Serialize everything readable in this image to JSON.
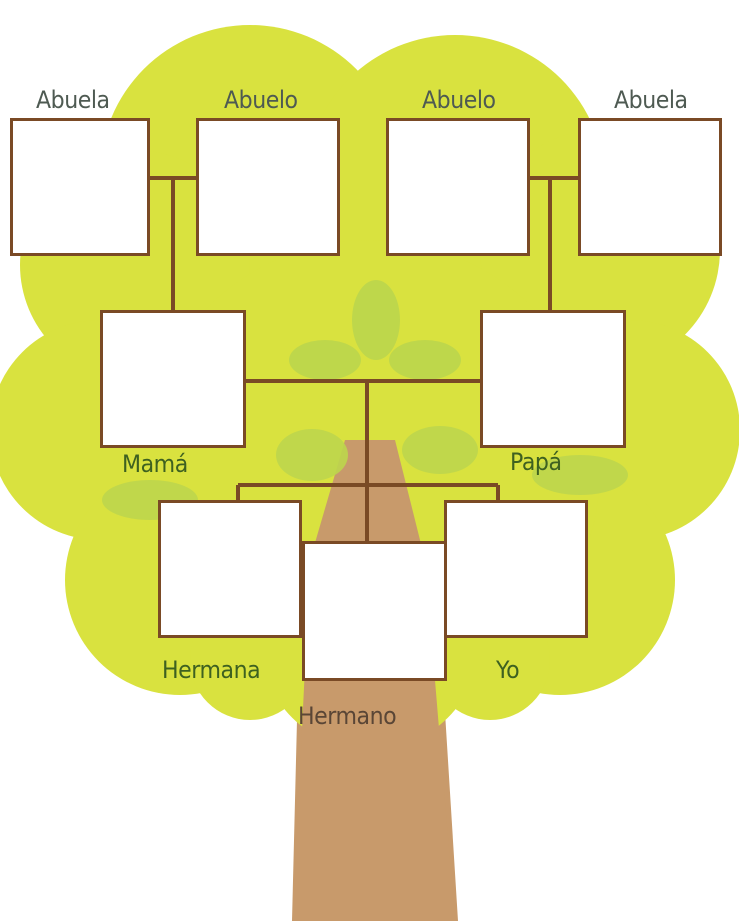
{
  "colors": {
    "foliage": "#d9e23f",
    "foliage_dark": "#b7d046",
    "leaf": "#bcd64d",
    "trunk": "#c89a6b",
    "connector": "#7a4a25",
    "box_border": "#7a4a25",
    "label_top": "#4e5a52",
    "label_bottom": "#3e6120"
  },
  "members": {
    "grandmother_left": {
      "label": "Abuela"
    },
    "grandfather_left": {
      "label": "Abuelo"
    },
    "grandfather_right": {
      "label": "Abuelo"
    },
    "grandmother_right": {
      "label": "Abuela"
    },
    "mother": {
      "label": "Mamá"
    },
    "father": {
      "label": "Papá"
    },
    "sister": {
      "label": "Hermana"
    },
    "brother": {
      "label": "Hermano"
    },
    "self": {
      "label": "Yo"
    }
  }
}
